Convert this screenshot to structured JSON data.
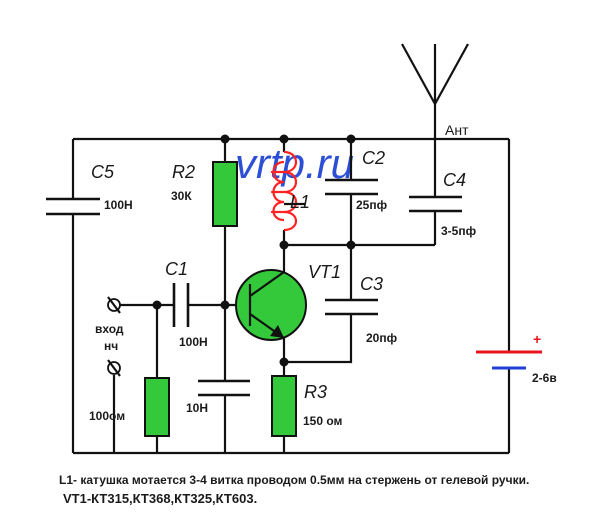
{
  "colors": {
    "wire": "#111111",
    "resistor_fill": "#33c93a",
    "transistor_fill": "#33c93a",
    "coil": "#ff2222",
    "battery_plus": "#e8141c",
    "battery_minus": "#1f3fd6",
    "watermark": "#2c4fd6"
  },
  "labels": {
    "antenna": "Ант",
    "c5": "C5",
    "c5_value": "100Н",
    "r2": "R2",
    "r2_value": "30К",
    "l1": "L1",
    "c2": "C2",
    "c2_value": "25пф",
    "c4": "C4",
    "c4_value": "3-5пф",
    "vt1": "VT1",
    "c1": "C1",
    "c1_value": "100Н",
    "c3": "C3",
    "c3_value": "20пф",
    "input_line1": "вход",
    "input_line2": "нч",
    "input_resistor_value": "100ом",
    "c_bottom_value": "10Н",
    "r3": "R3",
    "r3_value": "150 ом",
    "battery_plus_sign": "+",
    "battery_value": "2-6в",
    "watermark": "vrtp.ru"
  },
  "notes": {
    "line1": "L1- катушка мотается 3-4 витка проводом 0.5мм на стержень от гелевой ручки.",
    "line2": "VT1-КТ315,КТ368,КТ325,КТ603."
  }
}
